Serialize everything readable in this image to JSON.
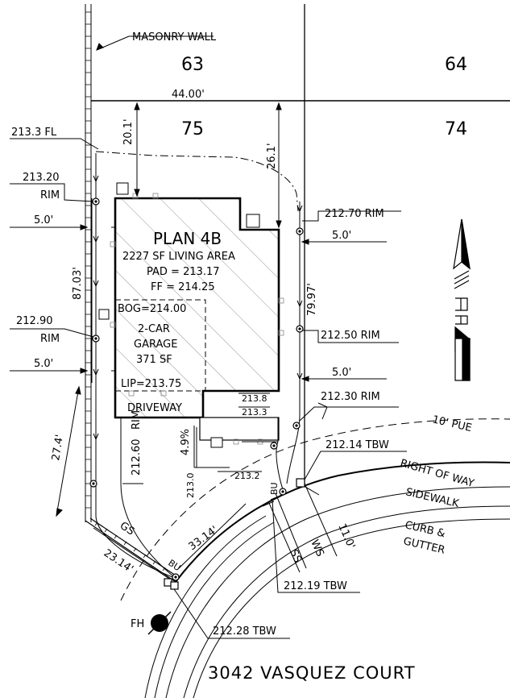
{
  "labels": {
    "masonry_wall": "MASONRY WALL",
    "lot_63": "63",
    "lot_64": "64",
    "lot_75": "75",
    "lot_74": "74",
    "frontage": "44.00'",
    "setback_rear_left": "20.1'",
    "setback_rear_right": "26.1'",
    "fl_213_3": "213.3 FL",
    "rim_213_20_a": "213.20",
    "rim_213_20_b": "RIM",
    "side_left_1": "5.0'",
    "depth_left": "87.03'",
    "rim_212_90_a": "212.90",
    "rim_212_90_b": "RIM",
    "side_left_2": "5.0'",
    "dim_27_4": "27.4'",
    "rim_212_60_a": "212.60",
    "rim_212_60_b": "RIM",
    "gs": "GS",
    "dim_23_14": "23.14'",
    "bu_left": "BU",
    "fh": "FH",
    "tbw_212_28": "212.28 TBW",
    "plan_title": "PLAN 4B",
    "living_area": "2227 SF LIVING AREA",
    "pad": "PAD = 213.17",
    "ff": "FF = 214.25",
    "bog": "BOG=214.00",
    "garage_1": "2-CAR",
    "garage_2": "GARAGE",
    "garage_3": "371 SF",
    "lip": "LIP=213.75",
    "driveway": "DRIVEWAY",
    "slope": "4.9%",
    "elev_213_8": "213.8",
    "elev_213_3": "213.3",
    "elev_213_2": "213.2",
    "elev_213_0": "213.0",
    "dim_33_14": "33.14'",
    "rim_212_70": "212.70 RIM",
    "side_right_1": "5.0'",
    "depth_right": "79.97'",
    "rim_212_50": "212.50 RIM",
    "side_right_2": "5.0'",
    "rim_212_30": "212.30 RIM",
    "pue": "10' PUE",
    "tbw_212_14": "212.14 TBW",
    "right_of_way": "RIGHT OF WAY",
    "sidewalk": "SIDEWALK",
    "curb": "CURB &",
    "gutter": "GUTTER",
    "bu_right": "BU",
    "ss": "SS",
    "ws": "WS",
    "dim_11_0": "11.0'",
    "tbw_212_19": "212.19 TBW",
    "address": "3042 VASQUEZ COURT"
  },
  "icons": {
    "north_arrow": "north-arrow-icon",
    "fire_hydrant": "fire-hydrant-icon",
    "manhole": "circle-rim-icon"
  },
  "colors": {
    "ink": "#000000",
    "paper": "#ffffff"
  }
}
